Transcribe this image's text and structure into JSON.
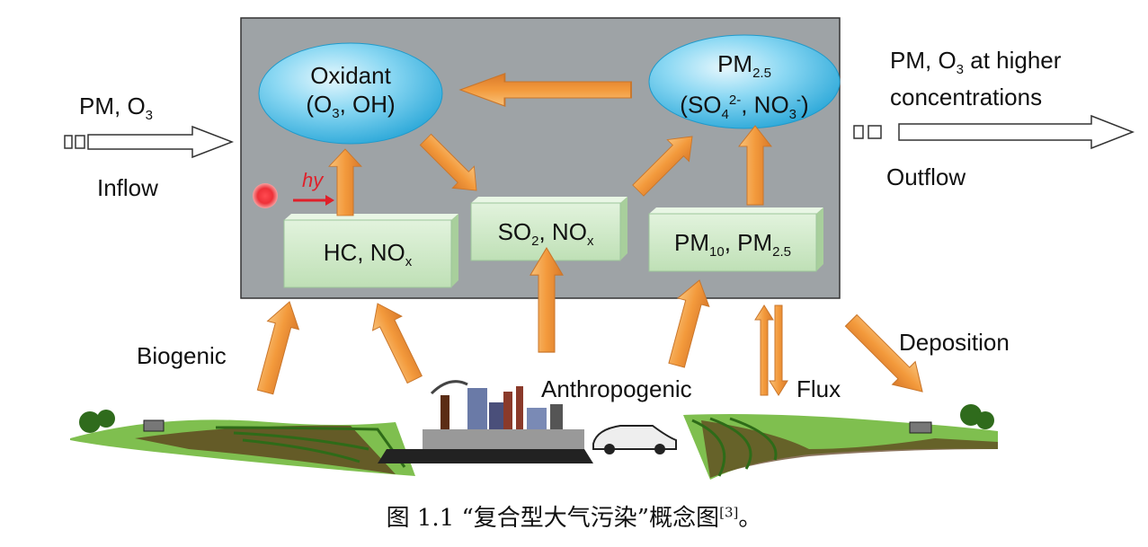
{
  "colors": {
    "box_fill": "#9ea3a6",
    "arrow_orange": "#f6a24d",
    "ellipse_blue": "#4fc3ea",
    "node_green": "#cfe9c9",
    "sun_red": "#e0202a"
  },
  "inflow": {
    "top_label": "PM, O",
    "top_sub": "3",
    "bottom_label": "Inflow"
  },
  "outflow": {
    "line1_pre": "PM, O",
    "line1_sub": "3",
    "line1_post": " at higher",
    "line2": "concentrations",
    "bottom_label": "Outflow"
  },
  "nodes": {
    "oxidant": {
      "line1": "Oxidant",
      "line2_pre": "(O",
      "line2_sub": "3",
      "line2_post": ", OH)"
    },
    "pm25": {
      "main": "PM",
      "sub": "2.5",
      "line2_a": "(SO",
      "line2_a_sub": "4",
      "line2_a_sup": "2-",
      "line2_b": ", NO",
      "line2_b_sub": "3",
      "line2_b_sup": "-",
      "line2_c": ")"
    },
    "hc_nox": {
      "pre": "HC, NO",
      "sub": "x"
    },
    "so2_nox": {
      "pre": "SO",
      "sub1": "2",
      "mid": ", NO",
      "sub2": "x"
    },
    "pm10_pm25": {
      "pre": "PM",
      "sub1": "10",
      "mid": ", PM",
      "sub2": "2.5"
    }
  },
  "hv_label": "hy",
  "sources": {
    "biogenic": "Biogenic",
    "anthropogenic": "Anthropogenic",
    "flux": "Flux",
    "deposition": "Deposition"
  },
  "caption": {
    "text": "图 1.1 “复合型大气污染”概念图",
    "ref": "[3]",
    "end": "。"
  }
}
